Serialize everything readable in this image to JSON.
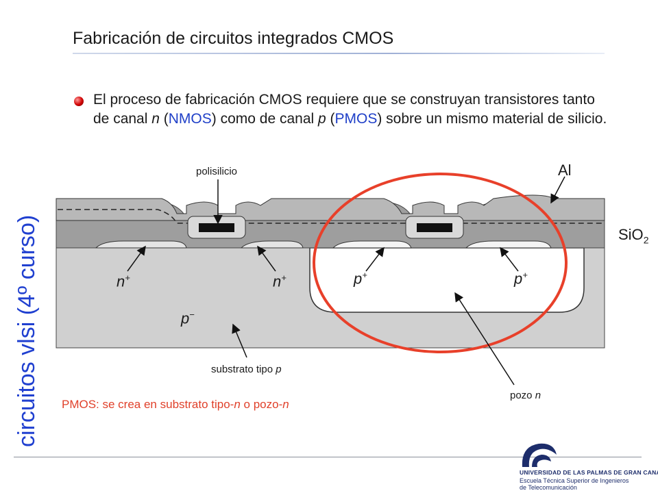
{
  "slide": {
    "title": "Fabricación de circuitos integrados CMOS",
    "side_label": "circuitos vlsi (4º curso)",
    "bullet": {
      "part1": "El proceso de fabricación CMOS requiere que se construyan transistores tanto de canal ",
      "n1": "n",
      "part2": " (",
      "nmos": "NMOS",
      "part3": ") como de canal ",
      "p1": "p",
      "part4": " (",
      "pmos": "PMOS",
      "part5": ") sobre un mismo material de silicio."
    },
    "note": {
      "text1": "PMOS: se crea en substrato tipo-",
      "n1": "n",
      "text2": " o pozo-",
      "n2": "n"
    }
  },
  "diagram": {
    "labels": {
      "polisilicio": "polisilicio",
      "al": "Al",
      "sio2": "SiO",
      "sio2_sub": "2",
      "substrato_text": "substrato tipo ",
      "substrato_p": "p",
      "pozo_text": "pozo ",
      "pozo_n": "n",
      "n_plus": "n",
      "p_plus": "p",
      "plus": "+",
      "p_minus": "p",
      "minus": "−"
    },
    "colors": {
      "highlight": "#e8402a",
      "oxide": "#9e9e9e",
      "metal": "#c8c8c8",
      "substrate": "#d0d0d0"
    }
  },
  "footer": {
    "university": "UNIVERSIDAD DE LAS PALMAS DE GRAN CANARIA",
    "school_line1": "Escuela Técnica Superior de Ingenieros",
    "school_line2": "de Telecomunicación"
  }
}
